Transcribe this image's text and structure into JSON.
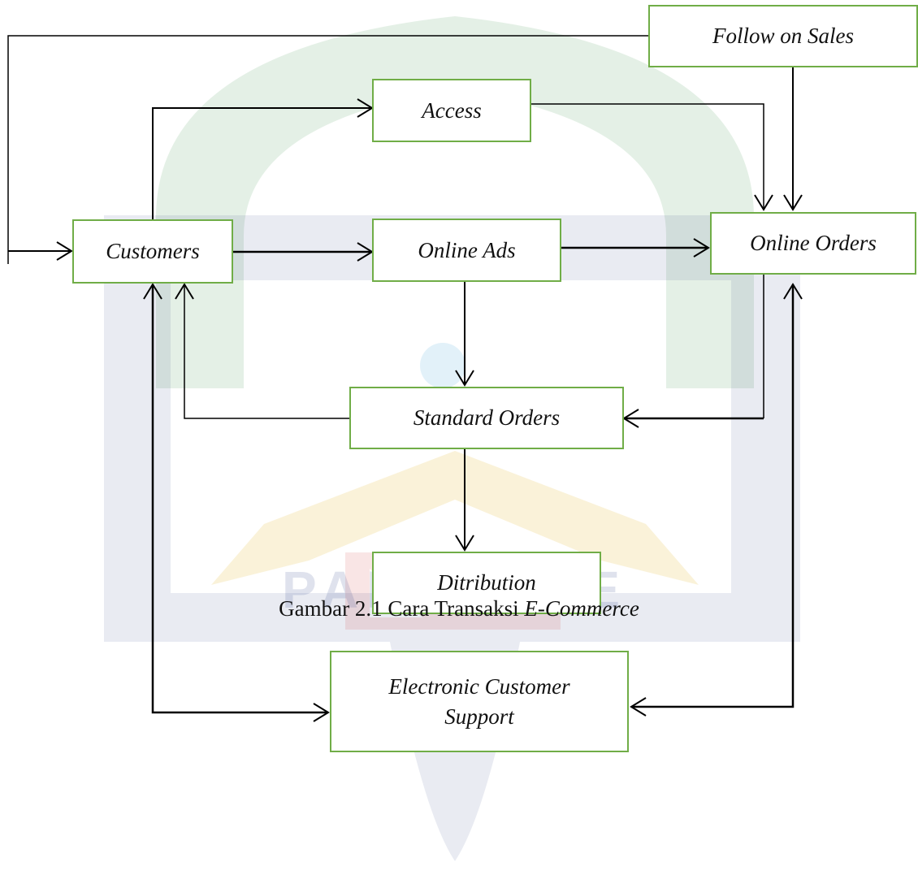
{
  "nodes": {
    "follow_on_sales": "Follow on Sales",
    "access": "Access",
    "customers": "Customers",
    "online_ads": "Online Ads",
    "online_orders": "Online Orders",
    "standard_orders": "Standard Orders",
    "distribution": "Ditribution",
    "ecs_line1": "Electronic Customer",
    "ecs_line2": "Support"
  },
  "caption": {
    "prefix": "Gambar 2.1 Cara Transaksi ",
    "emphasis": "E-Commerce"
  },
  "watermark": {
    "text": "PAREPARE",
    "colors": {
      "green": "#2e8b3e",
      "blue": "#3a4a8c",
      "gold": "#e6b82e",
      "red": "#cc2a2a"
    }
  },
  "colors": {
    "box_border": "#70ad47",
    "line": "#000000",
    "text": "#111111"
  }
}
